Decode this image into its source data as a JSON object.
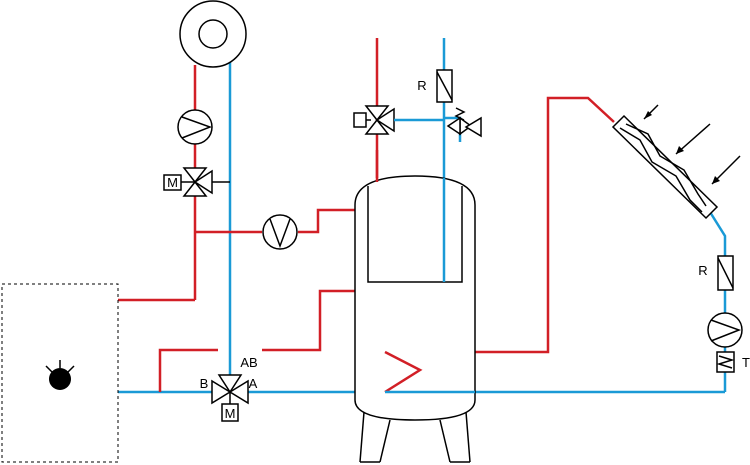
{
  "labels": {
    "r_top": "R",
    "r_right": "R",
    "t_right": "T",
    "m_left": "M",
    "m_bottom": "M",
    "ab": "AB",
    "a": "A",
    "b": "B"
  },
  "colors": {
    "hot": "#d21f26",
    "cold": "#1a9ad6",
    "outline": "#000000"
  },
  "icons": {
    "burner": "burner-icon",
    "boiler": "boiler-icon",
    "pump": "pump-icon",
    "valve": "three-way-valve-icon",
    "collector": "solar-collector-icon"
  }
}
